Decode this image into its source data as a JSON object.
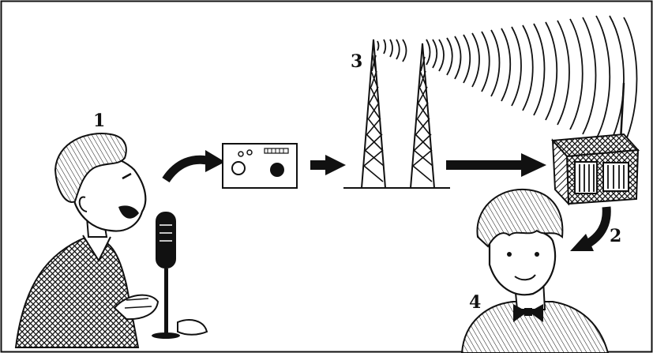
{
  "labels": {
    "speaker": "1",
    "receiver": "2",
    "towers": "3",
    "listener": "4"
  },
  "colors": {
    "ink": "#111111",
    "paper": "#ffffff"
  },
  "icons": [
    "speaker-person-icon",
    "microphone-icon",
    "transmitter-box-icon",
    "radio-tower-icon",
    "radio-waves-icon",
    "portable-radio-icon",
    "listener-person-icon",
    "flow-arrow-icon"
  ]
}
